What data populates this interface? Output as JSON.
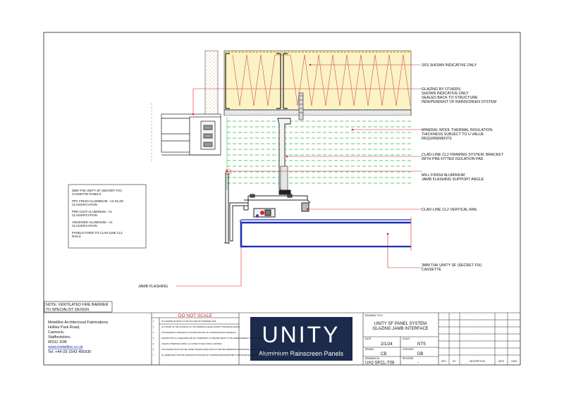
{
  "annotations": {
    "sfs": "SFS SHOWN INDICATIVE ONLY",
    "glazing": [
      "GLAZING BY OTHERS",
      "SHOWN INDICATIVE ONLY",
      "SEALED BACK TO STRUCTURE",
      "INDEPENDENT OF RAINSCREEN SYSTEM"
    ],
    "insulation": [
      "MINERAL WOOL THERMAL INSULATION.",
      "THICKNESS SUBJECT TO U VALUE",
      "REQUIREMENTS"
    ],
    "bracket": [
      "CLAD-LINE CL2 FRAMING SYSTEM. BRACKET",
      "WITH PRE-FITTED ISOLATION PAD"
    ],
    "angle": [
      "MILL FINISH ALUMINIUM",
      "JAMB FLASHING SUPPORT ANGLE"
    ],
    "rail": "CLAD-LINE CL2 VERTICAL RAIL",
    "cassette": [
      "3MM THK UNITY SF (SECRET FIX)",
      "CASSETTE"
    ],
    "jamb_flashing": "JAMB FLASHING"
  },
  "spec_box": [
    [
      "3MM THK UNITY SF (SECRET FIX)",
      "CASSETTE PANELS"
    ],
    [
      "PPC FINISH ALUMINIUM - A2-S1,D0",
      "CLASSIFICATION"
    ],
    [
      "PRE-COAT ALUMINIUM - A1",
      "CLASSIFICATION"
    ],
    [
      "ANODISED ALUMINIUM - A1",
      "CLASSIFICATION"
    ],
    [
      "PANELS FIXED TO CLAD-LINE CL2",
      "RAILS"
    ]
  ],
  "note": [
    "NOTE: VENTILATED FIRE BARRIER",
    "TO SPECIALIST DESIGN"
  ],
  "company": {
    "name": "Metalline Architectural Fabrications",
    "address": [
      "Hollies Park Road,",
      "Cannock,",
      "Staffordshire,",
      "WS11 1DB"
    ],
    "website": "www.metalline.co.uk",
    "tel": "Tel: +44 (0) 1543 456930"
  },
  "do_not_scale": "DO NOT SCALE",
  "notes_list": [
    "ANY DISSIMILAR METALS TO BE ISOLATED WITH BARRIER TAPE.",
    "ANY DOUBT OF THE CONTENTS OF THIS DRAWING PLEASE CONTACT THE DESIGN OFFICE.",
    "THIS DRAWING TO BE READ IN CONJUNCTION WITH ALL OTHER RELEVANT DRAWINGS.",
    "ENSURE THAT ALL STEELWORK AND ANY TEMPORARY IS CHECKED PRIOR TO THE COMMENCEMENT OF OUR WORKS.",
    "UNLESS OTHERWISE STATED, ALL FIXINGS TO BE AT 600mm CENTRES.",
    "THIS DRAWING MUST NOT BE COPIED OR REPLICATED WITHOUT WRITTEN PERMISSION FROM METALLINE SERVICES LTD.",
    "ALL DIMENSIONS MUST BE CHECKED ON SITE AND ANY DISCREPANCIES REPORTED TO METALLINE SERVICES LTD PRIOR TO COMMENCEMENT OF WORKS."
  ],
  "logo": {
    "word": "UNITY",
    "tagline": "Aluminium Rainscreen Panels",
    "bg": "#1c2b4b"
  },
  "title_block": {
    "drawing_title_label": "DRAWING TITLE",
    "drawing_title": [
      "UNITY SF PANEL SYSTEM",
      "GLAZING JAMB INTERFACE"
    ],
    "date_label": "DATE",
    "date": "2/1/24",
    "scale_label": "SCALE",
    "scale": "NTS",
    "drawn_label": "DRAWN",
    "drawn": "CB",
    "checked_label": "CHECKED",
    "checked": "DB",
    "drawing_no_label": "DRAWING No.",
    "drawing_no": "UA2-SFCL-T08",
    "revision_label": "REVISION",
    "revision": "-"
  },
  "revision_table": {
    "headers": [
      "REV",
      "BY",
      "DESCRIPTION",
      "DATE",
      "CHKD"
    ],
    "rows": [
      [
        "-",
        "-",
        "-",
        "-",
        "-"
      ],
      [
        "-",
        "-",
        "-",
        "-",
        "-"
      ],
      [
        "-",
        "-",
        "-",
        "-",
        "-"
      ],
      [
        "-",
        "-",
        "-",
        "-",
        "-"
      ],
      [
        "-",
        "-",
        "-",
        "-",
        "-"
      ],
      [
        "-",
        "-",
        "-",
        "-",
        "-"
      ]
    ]
  },
  "colors": {
    "leader": "#e02020",
    "insulation": "#2fb84a",
    "cassette": "#1a2fb8",
    "sfs_fill": "#f6e9a3"
  }
}
